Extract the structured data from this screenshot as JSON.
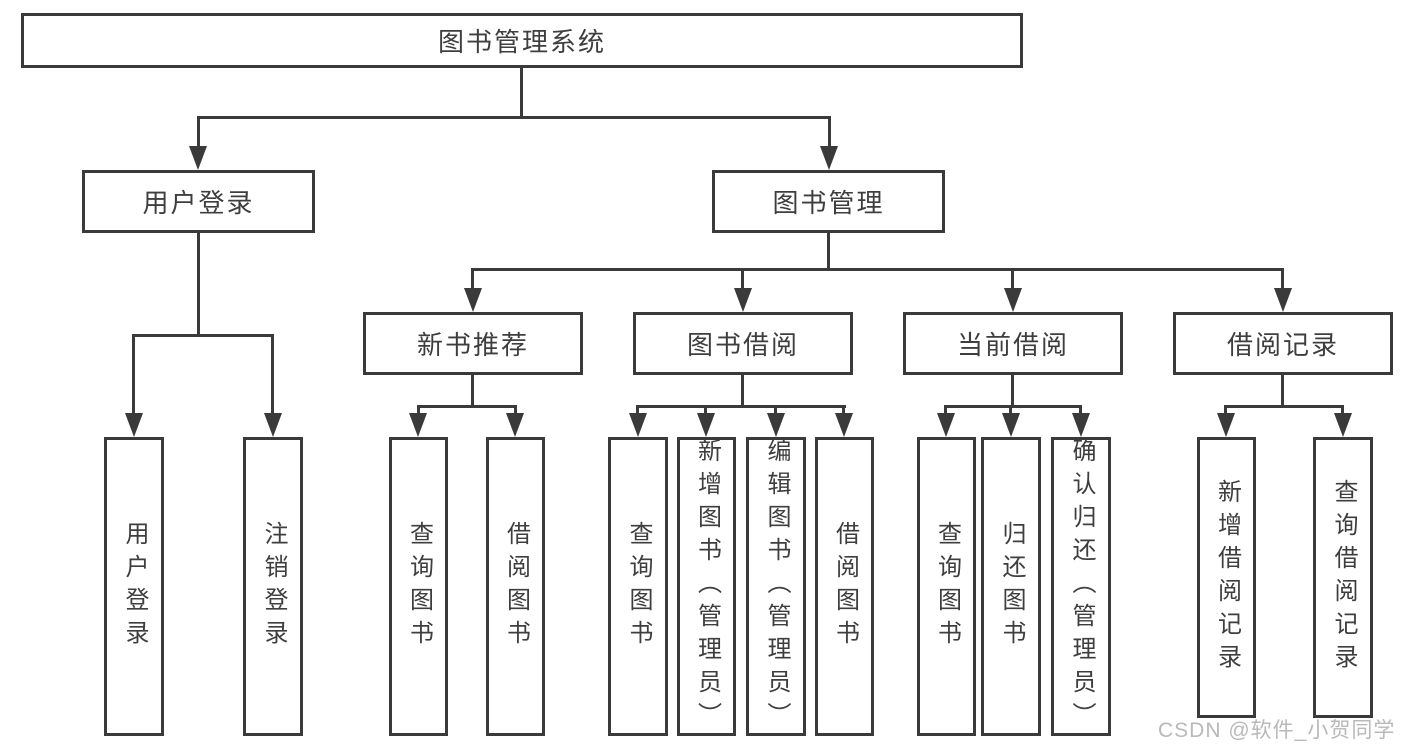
{
  "colors": {
    "line": "#3a3a3a",
    "text": "#3e3e3e",
    "watermark": "#b9b9b9",
    "background": "#ffffff"
  },
  "tree": {
    "root": {
      "label": "图书管理系统",
      "children": [
        {
          "label": "用户登录",
          "children": [
            {
              "label": "用户登录"
            },
            {
              "label": "注销登录"
            }
          ]
        },
        {
          "label": "图书管理",
          "children": [
            {
              "label": "新书推荐",
              "children": [
                {
                  "label": "查询图书"
                },
                {
                  "label": "借阅图书"
                }
              ]
            },
            {
              "label": "图书借阅",
              "children": [
                {
                  "label": "查询图书"
                },
                {
                  "label": "新增图书（管理员）"
                },
                {
                  "label": "编辑图书（管理员）"
                },
                {
                  "label": "借阅图书"
                }
              ]
            },
            {
              "label": "当前借阅",
              "children": [
                {
                  "label": "查询图书"
                },
                {
                  "label": "归还图书"
                },
                {
                  "label": "确认归还（管理员）"
                }
              ]
            },
            {
              "label": "借阅记录",
              "children": [
                {
                  "label": "新增借阅记录"
                },
                {
                  "label": "查询借阅记录"
                }
              ]
            }
          ]
        }
      ]
    }
  },
  "watermark": {
    "text": "CSDN @软件_小贺同学"
  }
}
